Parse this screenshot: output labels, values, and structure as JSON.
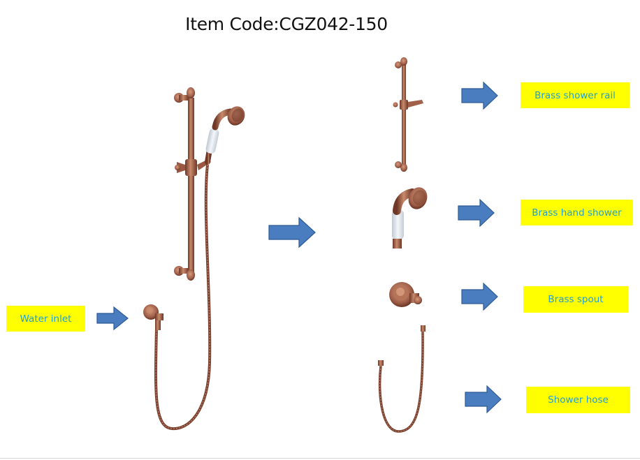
{
  "title": "Item Code:CGZ042-150",
  "colors": {
    "label_fill": "#ffff00",
    "label_text": "#1f9fd4",
    "arrow_fill": "#4a7cc0",
    "arrow_stroke": "#2d5a93",
    "copper": "#b06e52",
    "copper_dark": "#7a3f2c",
    "porcelain": "#e6ecf2"
  },
  "labels": {
    "water_inlet": "Water inlet",
    "shower_rail": "Brass shower rail",
    "hand_shower": "Brass hand shower",
    "spout": "Brass spout",
    "hose": "Shower hose"
  },
  "icons": [
    "arrow-right-icon",
    "shower-rail-image",
    "hand-shower-image",
    "spout-image",
    "hose-image"
  ]
}
